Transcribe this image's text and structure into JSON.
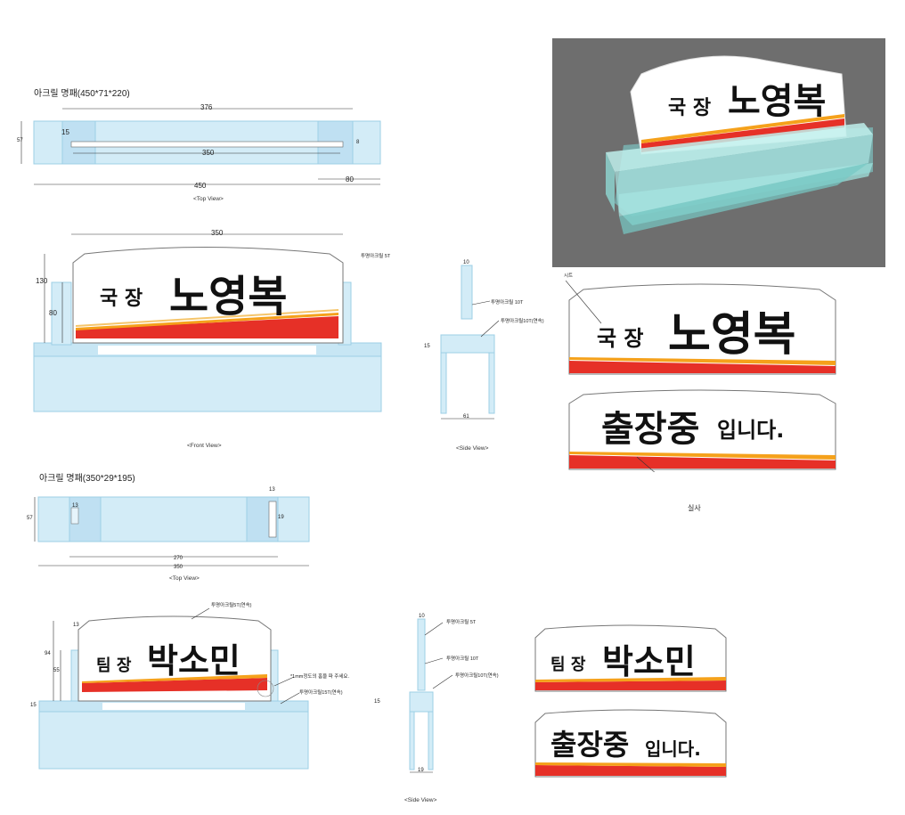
{
  "section1": {
    "title": "아크릴 명패(450*71*220)",
    "top_view": {
      "caption": "<Top View>",
      "d376": "376",
      "d15": "15",
      "d350": "350",
      "d450": "450",
      "d80": "80",
      "d57": "57",
      "d8": "8"
    },
    "front_view": {
      "caption": "<Front View>",
      "d350": "350",
      "d130": "130",
      "d80": "80",
      "label_5t": "투명아크릴 5T"
    },
    "side_view": {
      "caption": "<Side View>",
      "d10": "10",
      "d15": "15",
      "d61": "61",
      "label_10t": "투명아크릴 10T",
      "label_10t_b": "투명아크릴10T(연속)"
    }
  },
  "section2": {
    "title": "아크릴 명패(350*29*195)",
    "top_view": {
      "caption": "<Top View>",
      "d13a": "13",
      "d13b": "13",
      "d57": "57",
      "d270": "270",
      "d350": "350",
      "d19": "19"
    },
    "front_view": {
      "d13": "13",
      "d94": "94",
      "d55": "55",
      "d15": "15",
      "label_5t": "투명아크릴5T(연속)",
      "note_hole": "*1mm정도의 홈을 파 주세요.",
      "label_15t": "투명아크릴15T(연속)"
    },
    "side_view": {
      "caption": "<Side View>",
      "d10": "10",
      "d15": "15",
      "d19": "19",
      "label_5t": "투명아크릴 5T",
      "label_10t": "투명아크릴 10T",
      "label_10t_b": "투명아크릴10T(연속)"
    }
  },
  "plates": {
    "title1": "국 장",
    "name1": "노영복",
    "title2": "팀 장",
    "name2": "박소민",
    "away_big": "출장중",
    "away_small": "입니다."
  },
  "annotations": {
    "sheet": "시트",
    "print": "실사"
  },
  "colors": {
    "acrylic": "#d3ecf7",
    "acrylic_edge": "#9ccfe6",
    "red": "#e63027",
    "orange": "#f5a11b",
    "render_bg": "#6e6e6e"
  }
}
